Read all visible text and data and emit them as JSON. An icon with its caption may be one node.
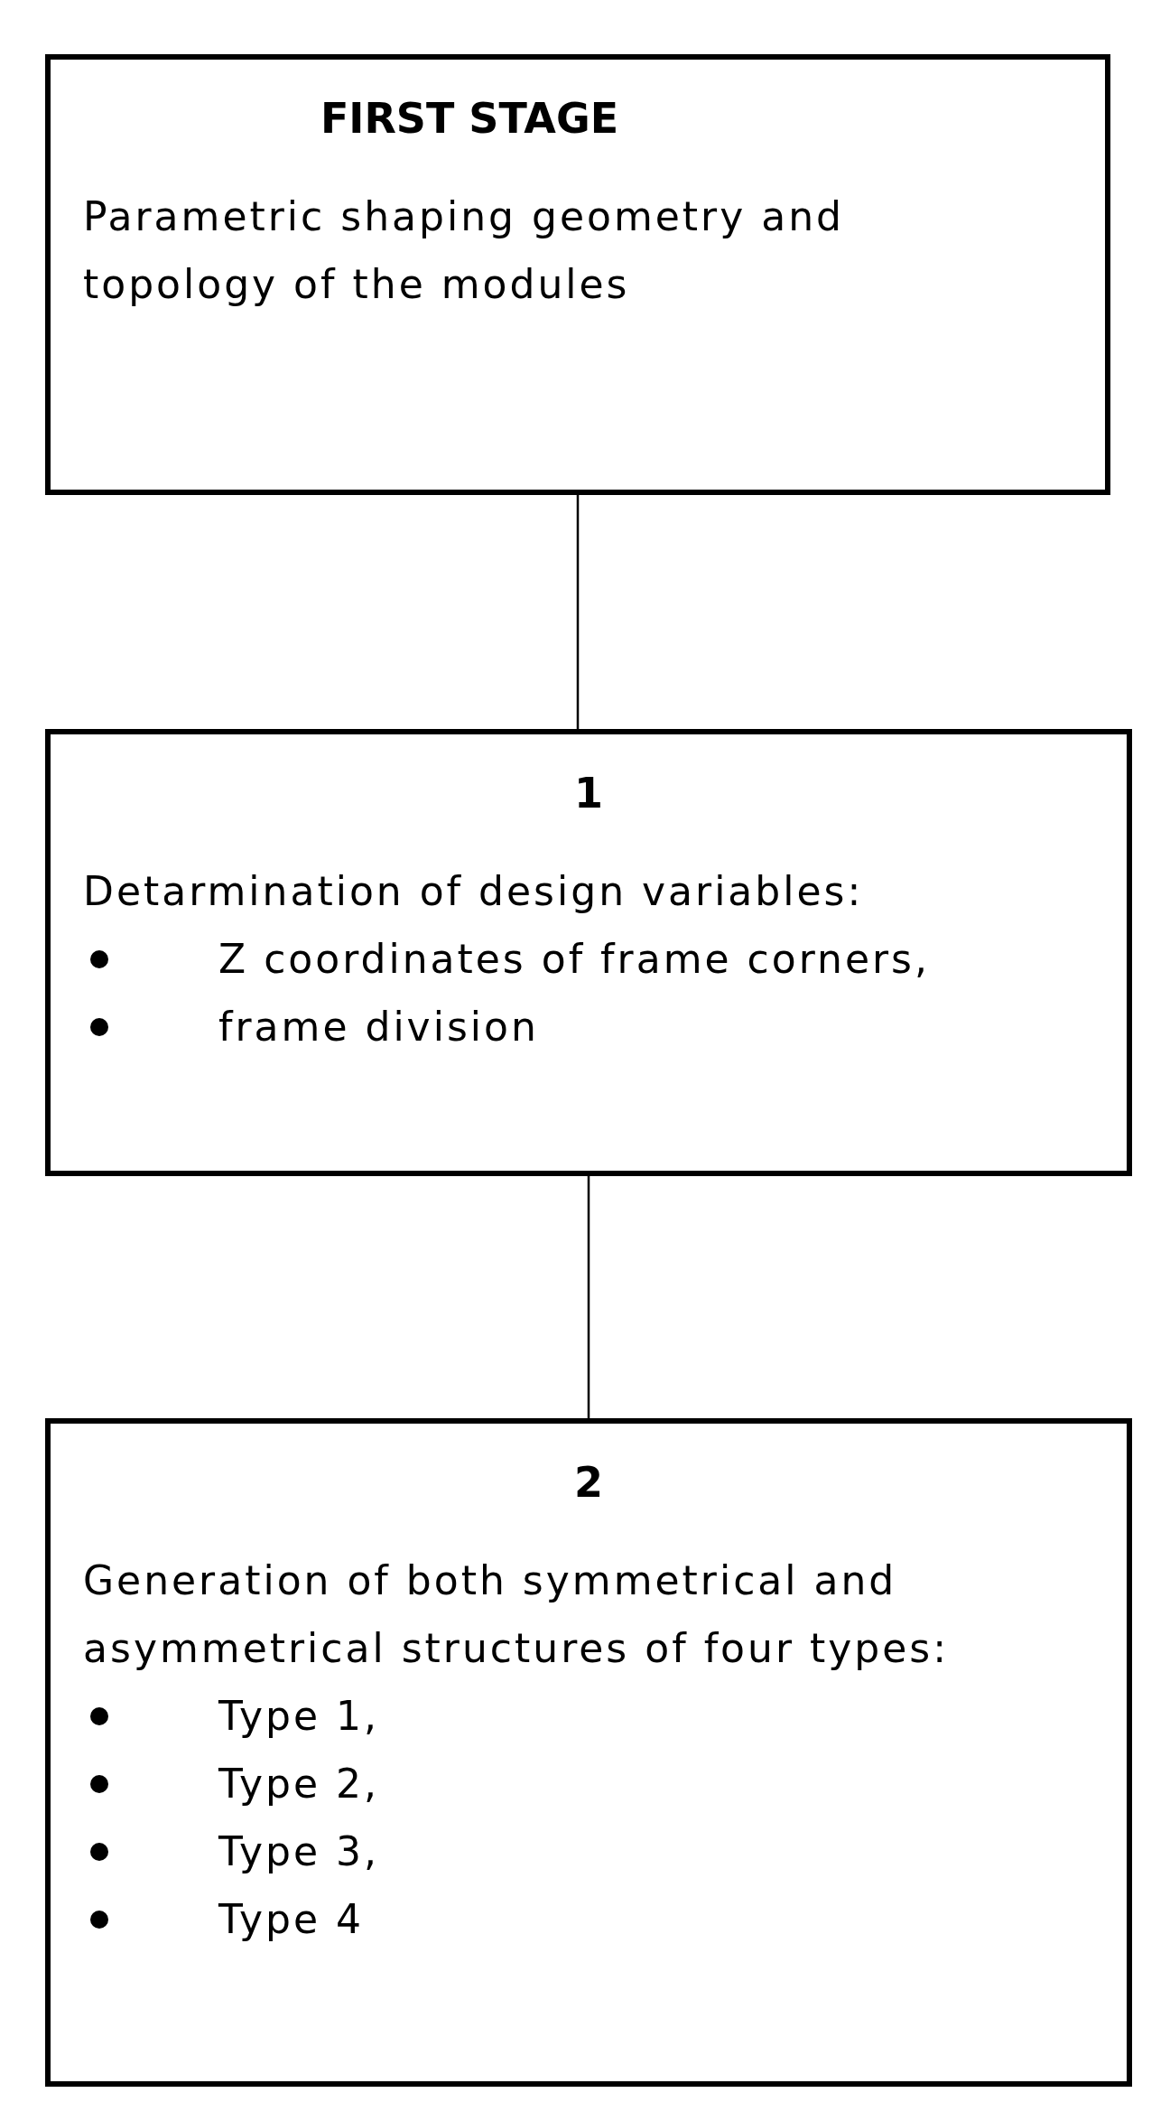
{
  "diagram": {
    "nodes": [
      {
        "text": [
          "FIRST STAGE",
          "Parametric shaping geometry and topology of the modules"
        ]
      },
      {
        "text": [
          "1",
          "Detarmination of design variables:",
          "Z coordinates of frame corners,",
          "frame division"
        ]
      },
      {
        "text": [
          "2",
          "Generation of both symmetrical and asymmetrical structures of four types:",
          "Type 1,",
          "Type 2,",
          "Type 3,",
          "Type 4"
        ]
      }
    ],
    "edges": [
      {
        "from": 0,
        "to": 1,
        "arrow": "none"
      },
      {
        "from": 1,
        "to": 2,
        "arrow": "none"
      }
    ]
  }
}
